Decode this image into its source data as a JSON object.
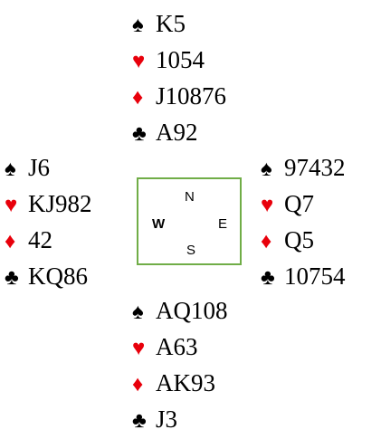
{
  "suits": {
    "spades": {
      "symbol": "♠",
      "color": "#000000"
    },
    "hearts": {
      "symbol": "♥",
      "color": "#e8000b"
    },
    "diamonds": {
      "symbol": "♦",
      "color": "#e8000b"
    },
    "clubs": {
      "symbol": "♣",
      "color": "#000000"
    }
  },
  "hands": {
    "north": {
      "spades": "K5",
      "hearts": "1054",
      "diamonds": "J10876",
      "clubs": "A92"
    },
    "west": {
      "spades": "J6",
      "hearts": "KJ982",
      "diamonds": "42",
      "clubs": "KQ86"
    },
    "east": {
      "spades": "97432",
      "hearts": "Q7",
      "diamonds": "Q5",
      "clubs": "10754"
    },
    "south": {
      "spades": "AQ108",
      "hearts": "A63",
      "diamonds": "AK93",
      "clubs": "J3"
    }
  },
  "compass": {
    "north": "N",
    "south": "S",
    "east": "E",
    "west": "W"
  },
  "accent_color": "#70ad47"
}
